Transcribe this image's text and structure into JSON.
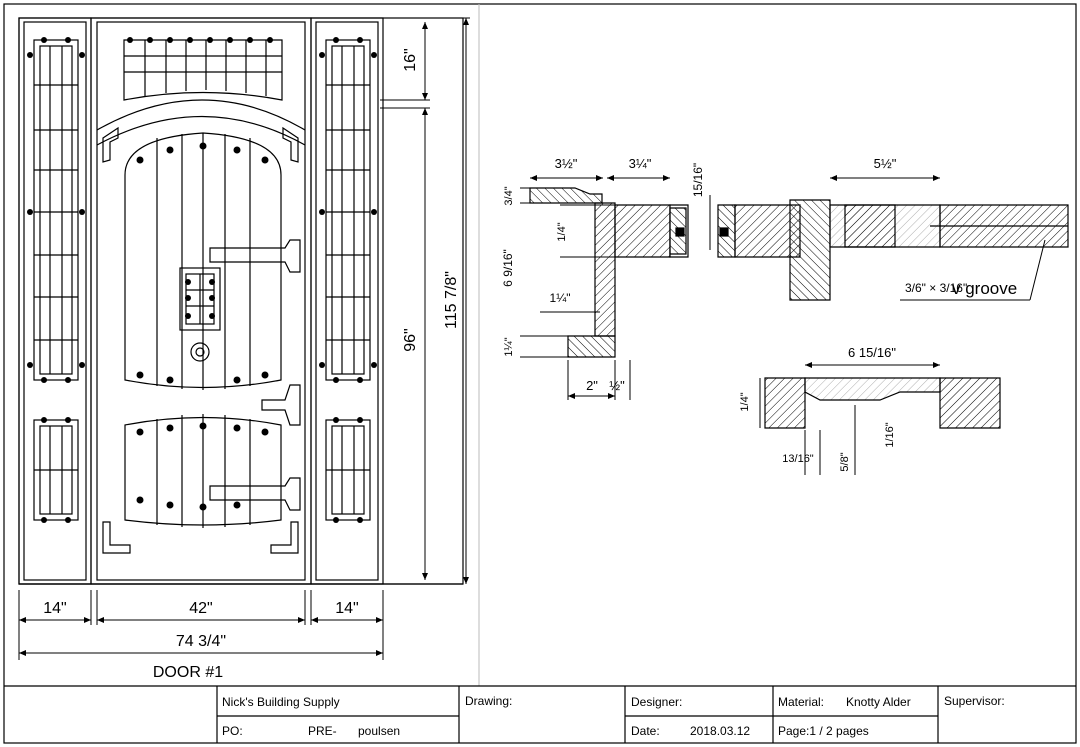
{
  "left_view": {
    "dim_top_height": "16\"",
    "dim_door_height": "96\"",
    "dim_total_height": "115 7/8\"",
    "dim_sidelite_left": "14\"",
    "dim_door_width": "42\"",
    "dim_sidelite_right": "14\"",
    "dim_total_width": "74 3/4\"",
    "caption": "DOOR #1"
  },
  "section_view": {
    "dim_3_half": "3½\"",
    "dim_3_quarter": "3¼\"",
    "dim_15_16": "15/16\"",
    "dim_5_half": "5½\"",
    "dim_3_4_left": "3/4\"",
    "dim_1_4": "1/4\"",
    "dim_6_9_16": "6 9/16\"",
    "dim_1_quarter": "1¼\"",
    "dim_1_quarter_b": "1¼\"",
    "dim_2": "2\"",
    "dim_half": "½\"",
    "groove_fraction": "3/6\" × 3/16\"",
    "groove_label": "v groove",
    "dim_6_15_16": "6 15/16\"",
    "dim_1_4_b": "1/4\"",
    "dim_1_16": "1/16\"",
    "dim_13_16": "13/16\"",
    "dim_5_8": "5/8\""
  },
  "title_block": {
    "company": "Nick's Building Supply",
    "po_label": "PO:",
    "po_prefix": "PRE-",
    "po_value": "poulsen",
    "drawing_label": "Drawing:",
    "designer_label": "Designer:",
    "date_label": "Date:",
    "date_value": "2018.03.12",
    "material_label": "Material:",
    "material_value": "Knotty Alder",
    "page_value": "Page:1 / 2 pages",
    "supervisor_label": "Supervisor:"
  }
}
